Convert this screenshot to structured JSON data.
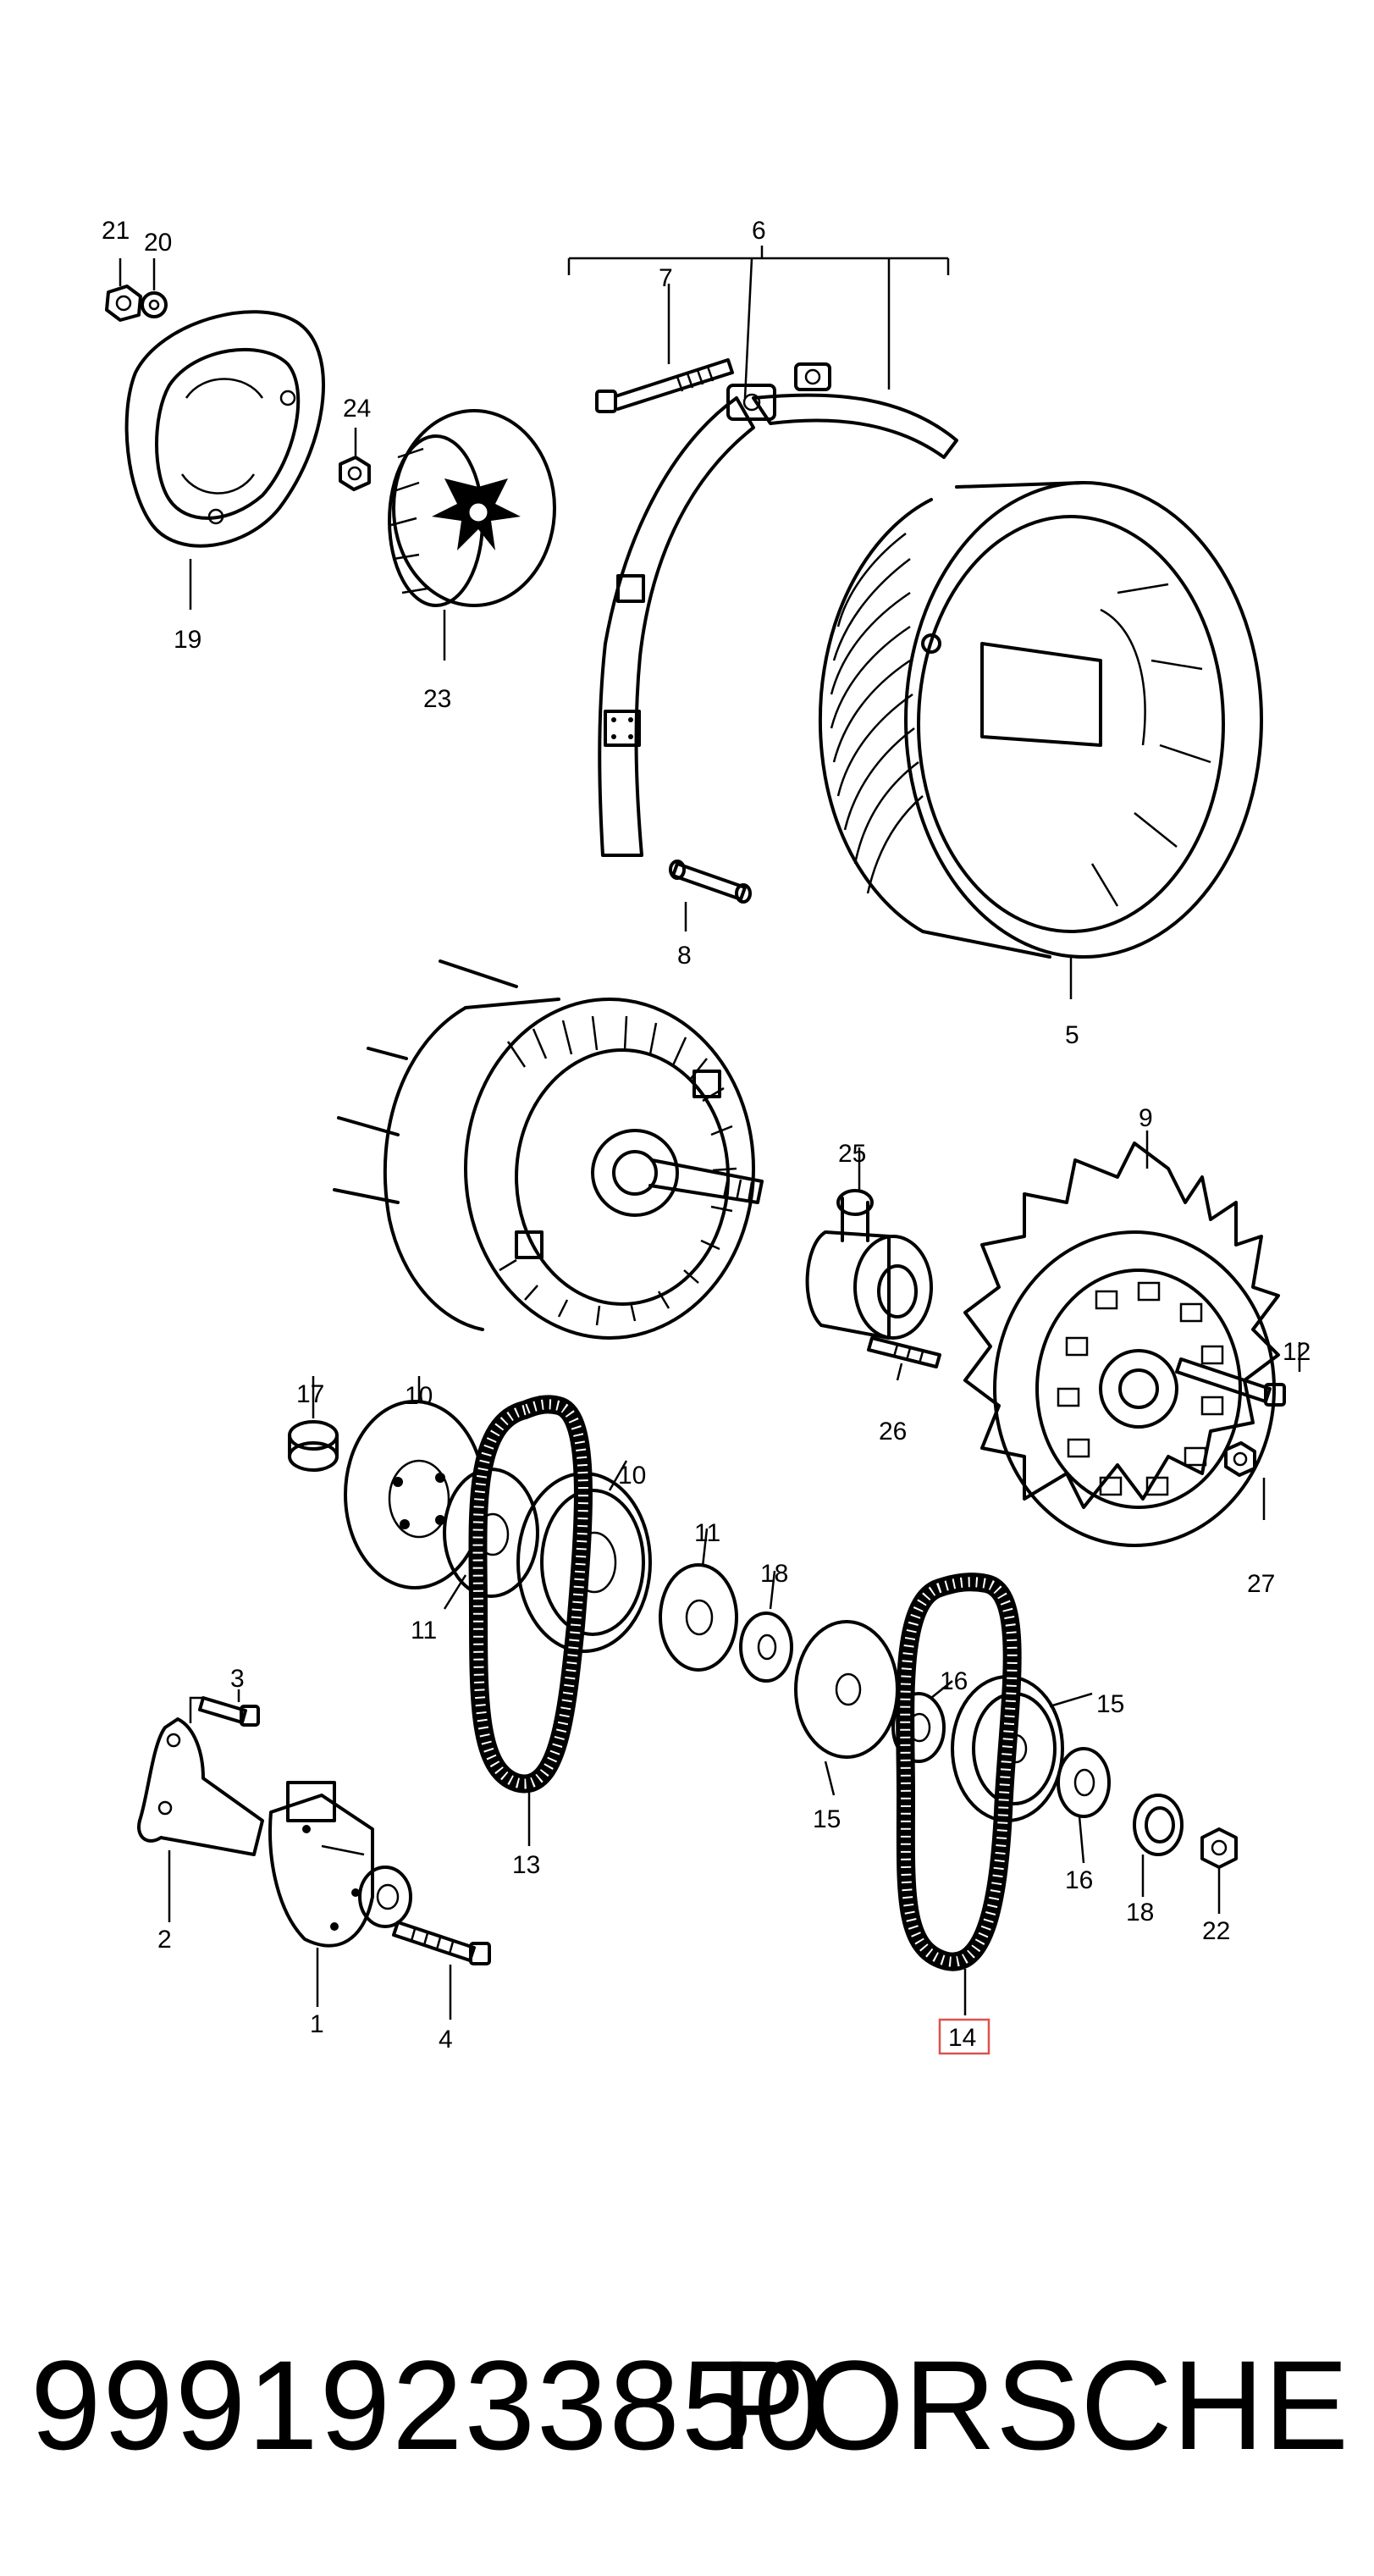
{
  "diagram": {
    "labels": [
      "21",
      "20",
      "6",
      "7",
      "24",
      "19",
      "23",
      "8",
      "5",
      "9",
      "25",
      "26",
      "12",
      "27",
      "17",
      "10",
      "10",
      "11",
      "11",
      "18",
      "3",
      "16",
      "15",
      "15",
      "16",
      "18",
      "22",
      "13",
      "2",
      "1",
      "4",
      "14"
    ],
    "highlight_color": "#d9534f"
  },
  "footer": {
    "part_number": "99919233850",
    "brand": "PORSCHE"
  }
}
